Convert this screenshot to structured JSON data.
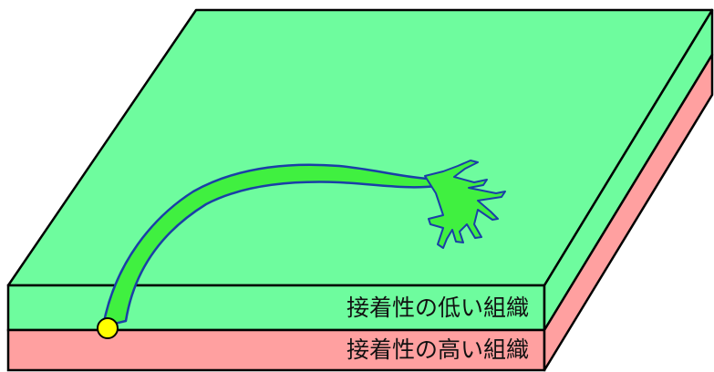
{
  "layers": {
    "top": {
      "label": "接着性の低い組織",
      "color": "#6efc9e"
    },
    "bottom": {
      "label": "接着性の高い組織",
      "color": "#ffa0a0"
    }
  },
  "colors": {
    "outline": "#000000",
    "neuron_fill": "#40f040",
    "neuron_outline": "#1a3ea8",
    "cell_body": "#ffff00"
  },
  "icons": {
    "cell_body": "yellow-circle",
    "growth_cone": "branching-tip"
  }
}
